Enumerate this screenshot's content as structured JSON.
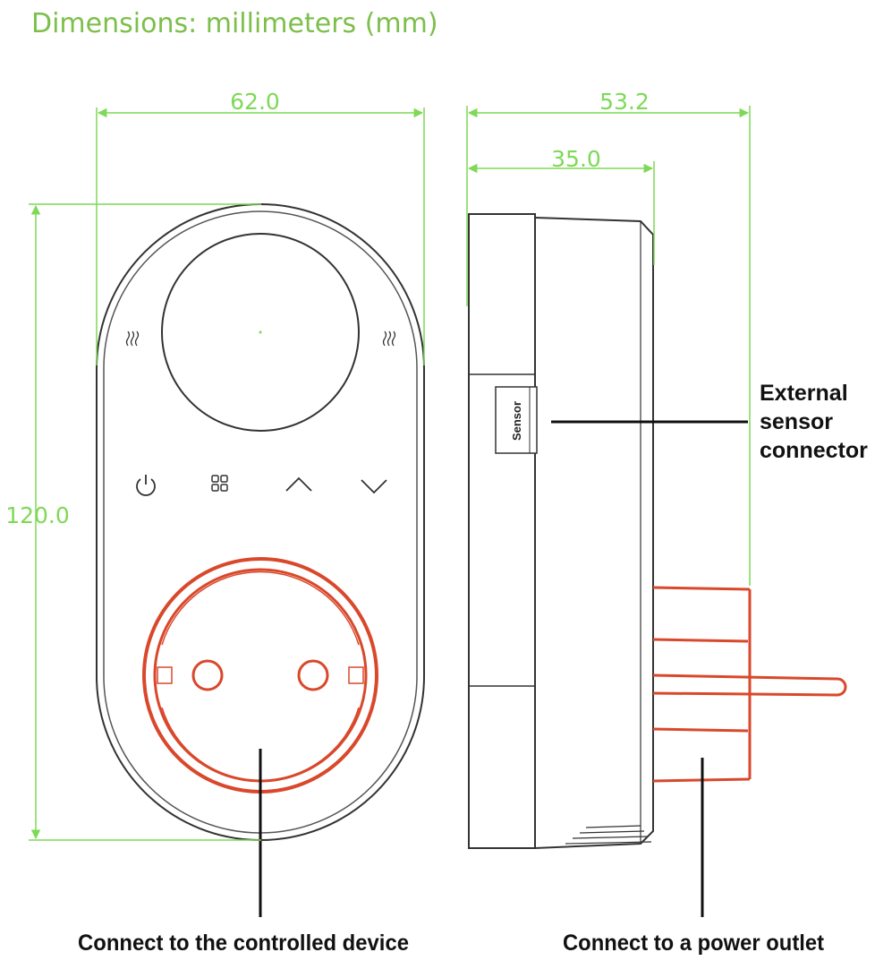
{
  "title": "Dimensions: millimeters (mm)",
  "dimensions": {
    "width": "62.0",
    "depth_total": "53.2",
    "depth_body": "35.0",
    "height": "120.0"
  },
  "labels": {
    "sensor_tab": "Sensor",
    "external_sensor_line1": "External",
    "external_sensor_line2": "sensor",
    "external_sensor_line3": "connector",
    "controlled_device": "Connect to the controlled device",
    "power_outlet": "Connect to a power outlet"
  },
  "icons": [
    "heat-icon",
    "heat-icon",
    "power-icon",
    "menu-grid-icon",
    "chevron-up-icon",
    "chevron-down-icon"
  ],
  "colors": {
    "dimension": "#7ed957",
    "title": "#7cbf4a",
    "socket": "#d9482b",
    "outline": "#333333",
    "callout": "#111111"
  }
}
